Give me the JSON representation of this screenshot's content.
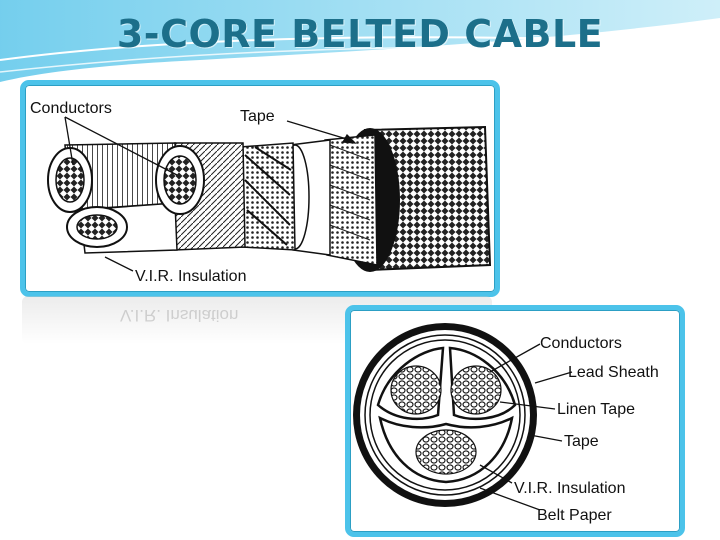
{
  "slide": {
    "title": "3-CORE BELTED CABLE"
  },
  "top_diagram": {
    "labels": {
      "conductors": "Conductors",
      "tape": "Tape",
      "vir_insulation": "V.I.R. Insulation"
    }
  },
  "bottom_diagram": {
    "labels": {
      "conductors": "Conductors",
      "lead_sheath": "Lead Sheath",
      "linen_tape": "Linen Tape",
      "tape": "Tape",
      "vir_insulation": "V.I.R. Insulation",
      "belt_paper": "Belt Paper"
    }
  },
  "colors": {
    "title": "#1c6f8a",
    "frame_border": "#4cc3ea",
    "header_wave": "#7fd3ee"
  }
}
